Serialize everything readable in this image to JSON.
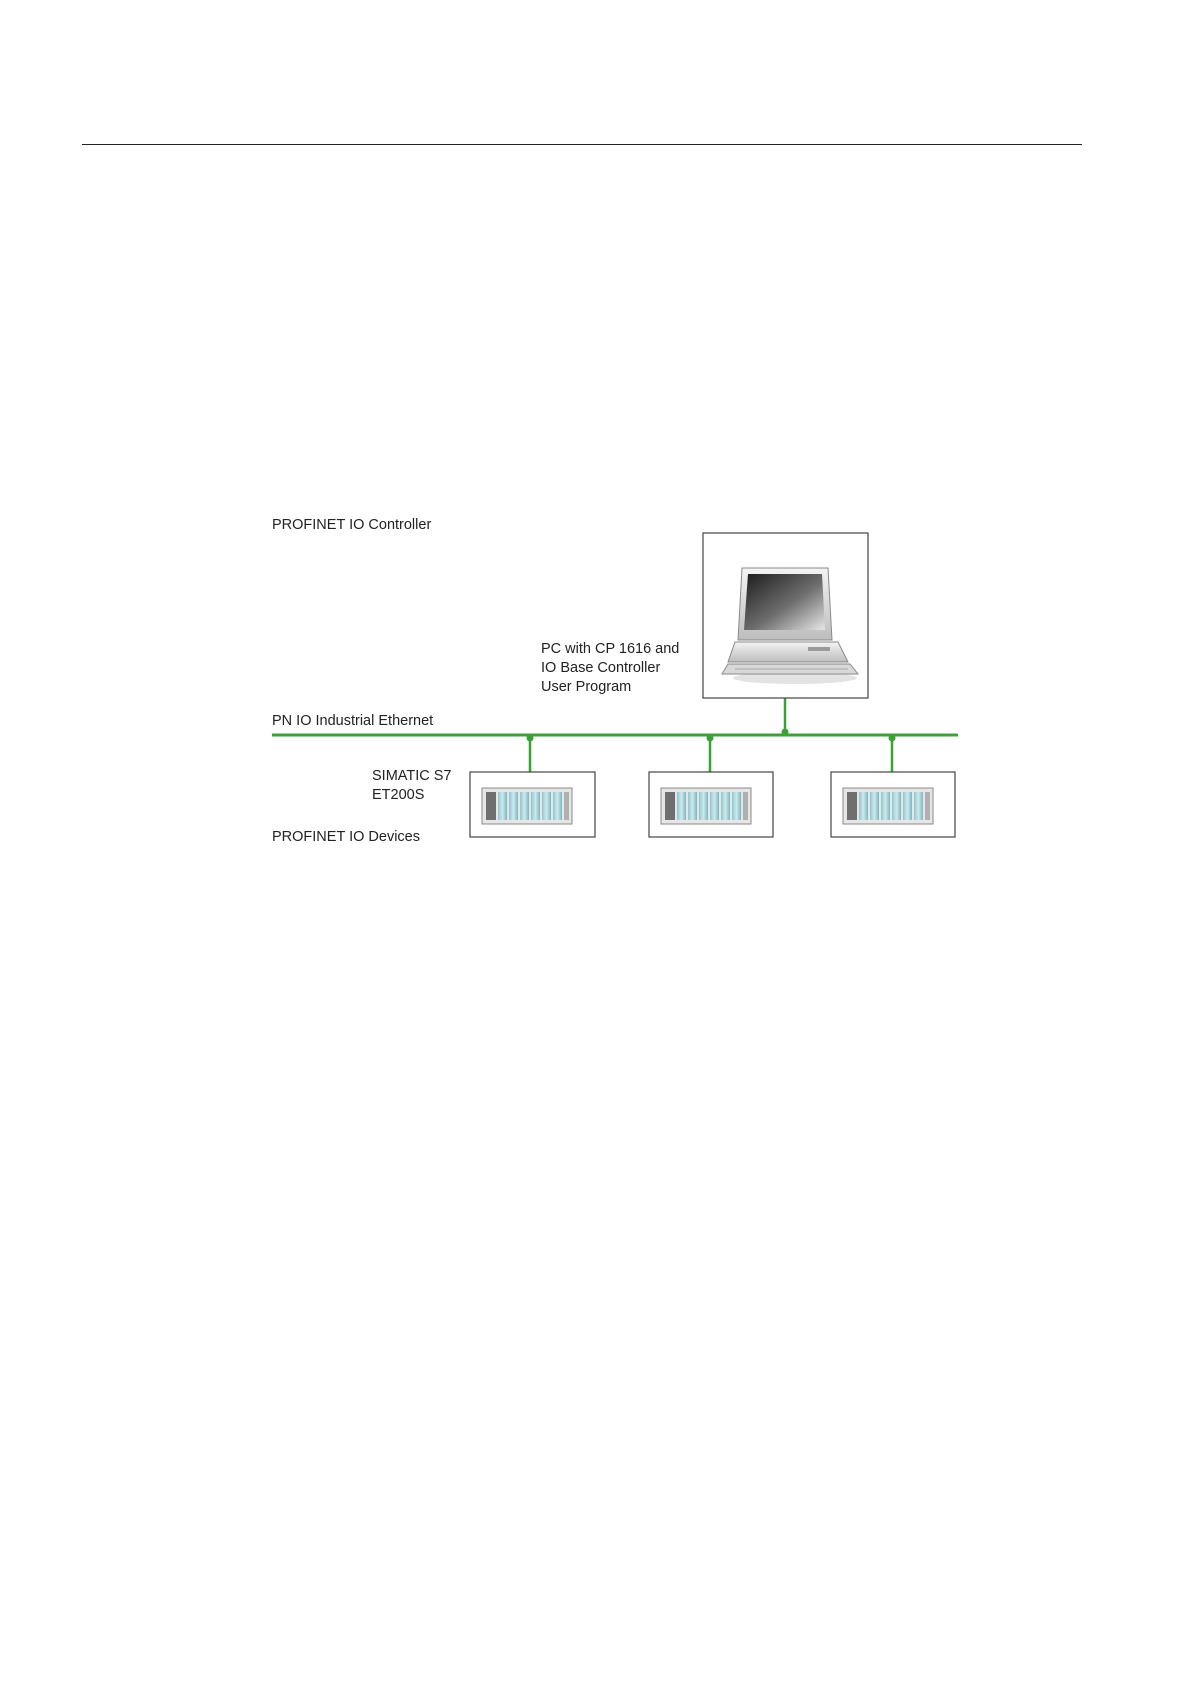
{
  "diagram": {
    "controller_label": "PROFINET IO Controller",
    "pc_label_lines": [
      "PC with CP 1616 and",
      "IO Base Controller",
      "User Program"
    ],
    "network_label": "PN IO Industrial Ethernet",
    "device_type_lines": [
      "SIMATIC S7",
      "ET200S"
    ],
    "devices_label": "PROFINET IO Devices",
    "network_color": "#3aa335",
    "device_count": 3
  }
}
